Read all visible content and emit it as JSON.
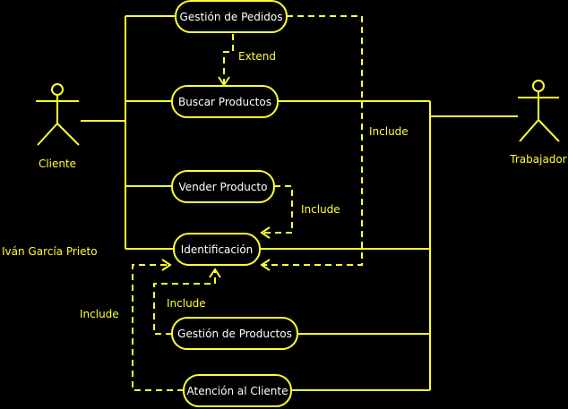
{
  "colors": {
    "background": "#000000",
    "line": "#ffff33",
    "text_dark": "#000000",
    "text_light": "#ffff33",
    "use_case_fill": "#000000"
  },
  "actors": [
    {
      "id": "cliente",
      "label": "Cliente"
    },
    {
      "id": "trabajador",
      "label": "Trabajador"
    }
  ],
  "use_cases": [
    {
      "id": "gestion-pedidos",
      "label": "Gestión de Pedidos"
    },
    {
      "id": "buscar-productos",
      "label": "Buscar Productos"
    },
    {
      "id": "vender-producto",
      "label": "Vender Producto"
    },
    {
      "id": "identificacion",
      "label": "Identificación"
    },
    {
      "id": "gestion-productos",
      "label": "Gestión de Productos"
    },
    {
      "id": "atencion-cliente",
      "label": "Atención al Cliente"
    }
  ],
  "relations": {
    "extend_label": "Extend",
    "include_label": "Include"
  },
  "author": "Iván García Prieto"
}
